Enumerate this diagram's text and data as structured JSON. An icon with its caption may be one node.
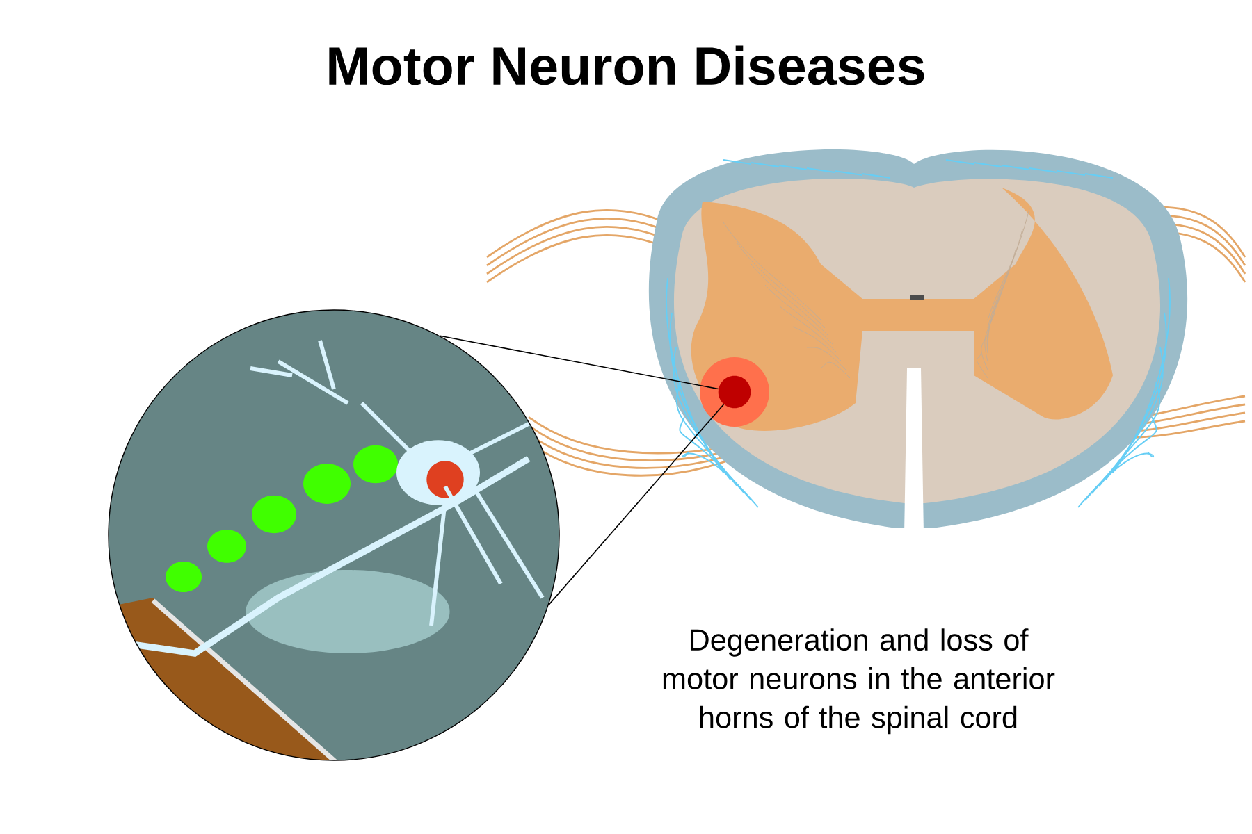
{
  "diagram": {
    "title": "Motor Neuron Diseases",
    "nodes": [
      {
        "text": [],
        "shape": "picture"
      },
      {
        "text": [],
        "shape": "circle"
      }
    ],
    "edges": [
      {
        "from": 0,
        "to": 1,
        "arrow": "none"
      },
      {
        "from": 0,
        "to": 1,
        "arrow": "none"
      }
    ],
    "labels": [
      "Degeneration and loss of motor neurons in the anterior horns of the spinal cord"
    ]
  }
}
